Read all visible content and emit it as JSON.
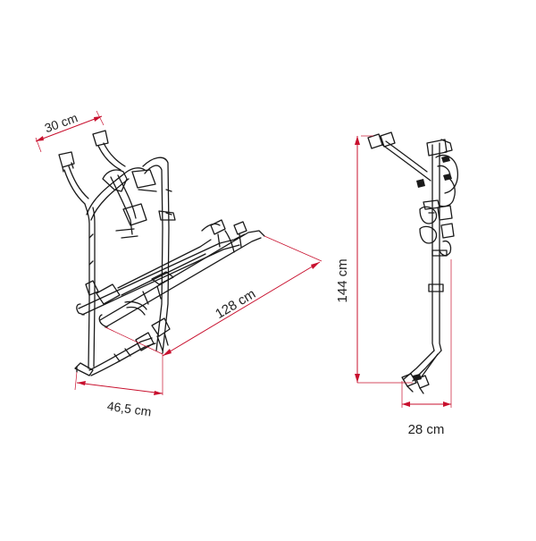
{
  "dimensions": {
    "arm_spacing": "30 cm",
    "rail_length": "128 cm",
    "depth": "46,5 cm",
    "height": "144 cm",
    "side_width": "28 cm"
  },
  "colors": {
    "dimension_line": "#c8102e",
    "outline": "#1a1a1a",
    "background": "#ffffff"
  }
}
